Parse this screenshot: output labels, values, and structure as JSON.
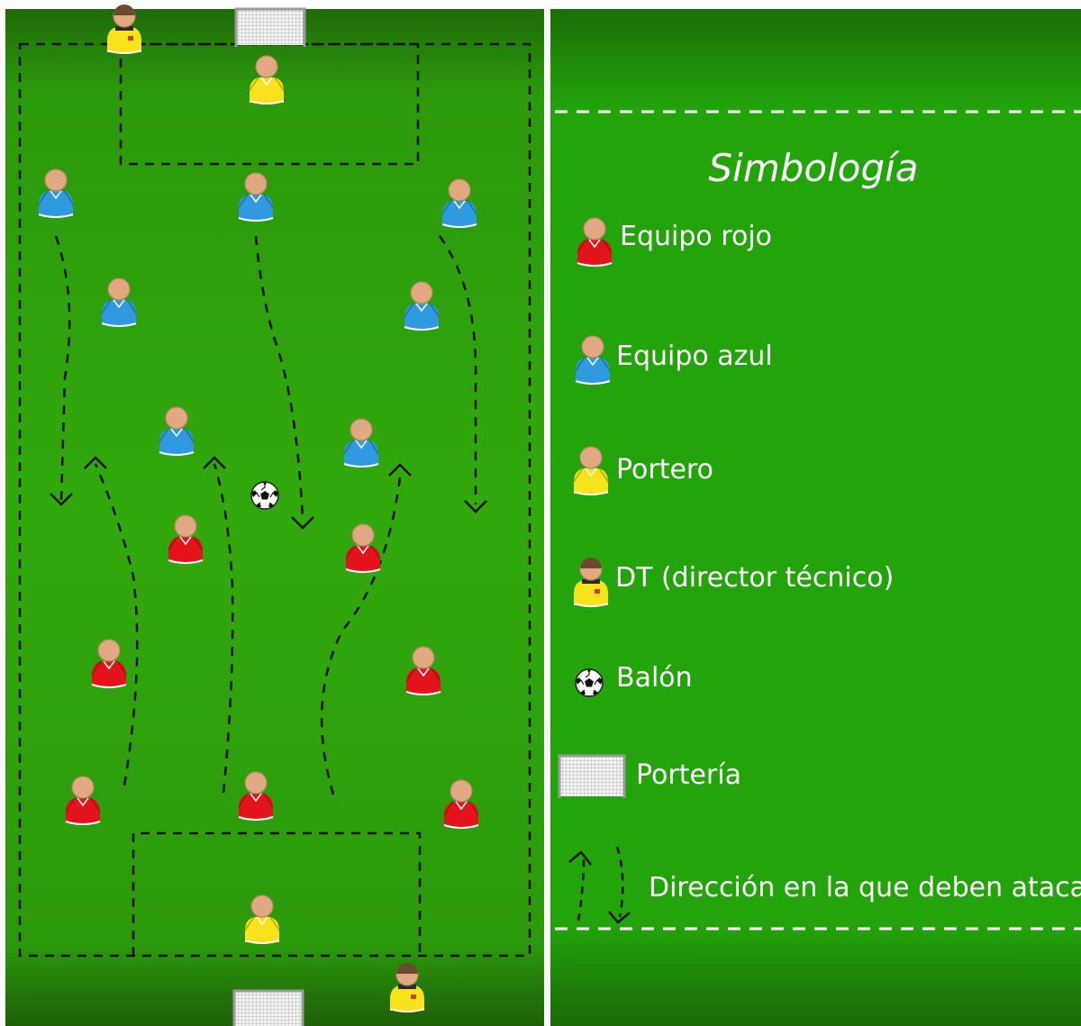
{
  "legend": {
    "title": "Simbología",
    "items": [
      {
        "key": "red",
        "label": "Equipo rojo",
        "icon": "red-player-icon"
      },
      {
        "key": "blue",
        "label": "Equipo azul",
        "icon": "blue-player-icon"
      },
      {
        "key": "gk",
        "label": "Portero",
        "icon": "goalkeeper-icon"
      },
      {
        "key": "coach",
        "label": "DT (director técnico)",
        "icon": "coach-icon"
      },
      {
        "key": "ball",
        "label": "Balón",
        "icon": "ball-icon"
      },
      {
        "key": "goal",
        "label": "Portería",
        "icon": "goal-icon"
      },
      {
        "key": "arrow",
        "label": "Dirección en la que deben atacar",
        "icon": "attack-arrow-icon"
      }
    ]
  },
  "colors": {
    "field_green": "#2ea30b",
    "field_dark": "#1e6a08",
    "red_team": "#e3141c",
    "blue_team": "#2f9ae0",
    "goalkeeper": "#f7e21b",
    "skin": "#e0a982"
  }
}
